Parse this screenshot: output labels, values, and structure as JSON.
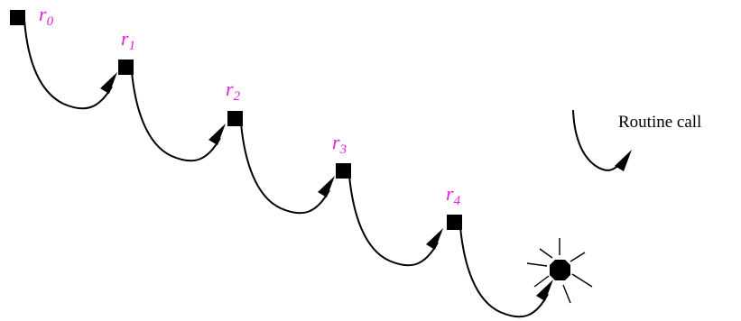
{
  "routines": [
    {
      "name": "r",
      "sub": "0"
    },
    {
      "name": "r",
      "sub": "1"
    },
    {
      "name": "r",
      "sub": "2"
    },
    {
      "name": "r",
      "sub": "3"
    },
    {
      "name": "r",
      "sub": "4"
    }
  ],
  "legend": {
    "label": "Routine call"
  },
  "colors": {
    "label": "#e020e0",
    "stroke": "#000000"
  },
  "icons": {
    "node": "filled-square",
    "crash": "burst-octagon"
  }
}
